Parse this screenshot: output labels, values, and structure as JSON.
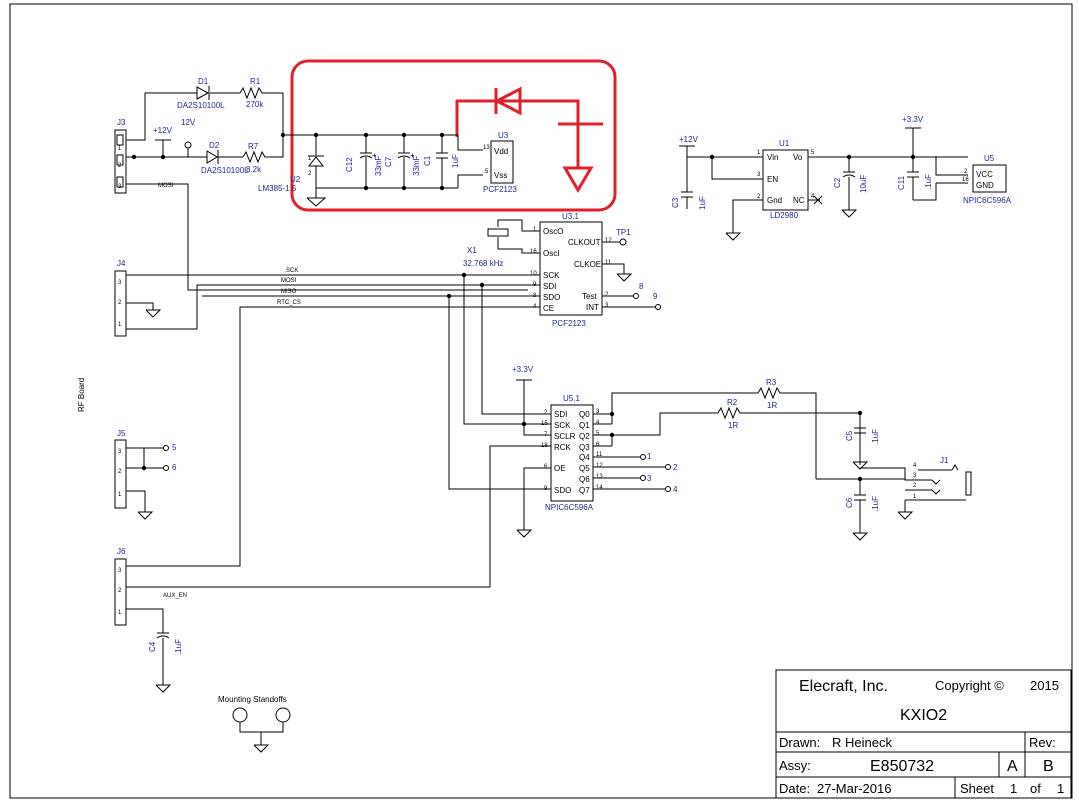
{
  "title_block": {
    "company": "Elecraft, Inc.",
    "copyright": "Copyright ©",
    "year": "2015",
    "title": "KXIO2",
    "drawn_label": "Drawn:",
    "drawn_by": "R Heineck",
    "rev_label": "Rev:",
    "assy_label": "Assy:",
    "assy_number": "E850732",
    "assy_size": "A",
    "revision": "B",
    "date_label": "Date:",
    "date": "27-Mar-2016",
    "sheet_label": "Sheet",
    "sheet_number": "1",
    "of_label": "of",
    "sheet_total": "1"
  },
  "side_label": "RF Board",
  "mounting_label": "Mounting Standoffs",
  "highlight_color": "#e0202a",
  "label_color": "#1f2a8a",
  "components": {
    "D1": {
      "ref": "D1",
      "value": "DA2S10100L"
    },
    "D2": {
      "ref": "D2",
      "value": "DA2S10100L"
    },
    "R1": {
      "ref": "R1",
      "value": "270k"
    },
    "R7": {
      "ref": "R7",
      "value": "8.2k"
    },
    "R2": {
      "ref": "R2",
      "value": "1R"
    },
    "R3": {
      "ref": "R3",
      "value": "1R"
    },
    "U2": {
      "ref": "U2",
      "value": "LM385-1.5"
    },
    "C12": {
      "ref": "C12",
      "value": "33mF"
    },
    "C7": {
      "ref": "C7",
      "value": "33mF"
    },
    "C1": {
      "ref": "C1",
      "value": "1uF"
    },
    "C2": {
      "ref": "C2",
      "value": "10uF"
    },
    "C3": {
      "ref": "C3",
      "value": "1uF"
    },
    "C4": {
      "ref": "C4",
      "value": ".1uF"
    },
    "C5": {
      "ref": "C5",
      "value": ".1uF"
    },
    "C6": {
      "ref": "C6",
      "value": ".1uF"
    },
    "C11": {
      "ref": "C11",
      "value": ".1uF"
    },
    "U3": {
      "ref": "U3",
      "value": "PCF2123",
      "pins": [
        "Vdd",
        "Vss"
      ],
      "pin_numbers": [
        "13",
        "5"
      ]
    },
    "U31": {
      "ref": "U3.1",
      "value": "PCF2123",
      "left_pins": [
        "OscO",
        "OscI",
        "SCK",
        "SDI",
        "SDO",
        "CE"
      ],
      "left_nums": [
        "1",
        "16",
        "10",
        "9",
        "8",
        "4"
      ],
      "right_pins": [
        "CLKOUT",
        "CLKOE",
        "Test",
        "INT"
      ],
      "right_nums": [
        "12",
        "11",
        "2",
        "3"
      ]
    },
    "U1": {
      "ref": "U1",
      "value": "LD2980",
      "pins": [
        "Vin",
        "EN",
        "Gnd",
        "Vo",
        "NC"
      ],
      "nums": [
        "1",
        "3",
        "2",
        "5",
        "4"
      ]
    },
    "U5": {
      "ref": "U5",
      "value": "NPIC6C596A",
      "pins": [
        "VCC",
        "GND"
      ],
      "nums": [
        "2",
        "16"
      ]
    },
    "U51": {
      "ref": "U5.1",
      "value": "NPIC6C596A",
      "left_pins": [
        "SDI",
        "SCK",
        "SCLR",
        "RCK",
        "OE",
        "SDO"
      ],
      "left_nums": [
        "2",
        "15",
        "7",
        "18",
        "6",
        "9"
      ],
      "right_pins": [
        "Q0",
        "Q1",
        "Q2",
        "Q3",
        "Q4",
        "Q5",
        "Q6",
        "Q7"
      ],
      "right_nums": [
        "3",
        "4",
        "5",
        "6",
        "11",
        "12",
        "13",
        "14"
      ]
    },
    "X1": {
      "ref": "X1",
      "value": "32.768 kHz"
    },
    "TP1": {
      "ref": "TP1"
    },
    "J1": {
      "ref": "J1"
    },
    "J3": {
      "ref": "J3"
    },
    "J4": {
      "ref": "J4"
    },
    "J5": {
      "ref": "J5"
    },
    "J6": {
      "ref": "J6"
    }
  },
  "rails": {
    "v12": "+12V",
    "v12b": "12V",
    "v33": "+3.3V"
  },
  "nets": {
    "sck": "SCK",
    "mosi": "MOSI",
    "miso": "MISO",
    "rtc_cs": "RTC_CS",
    "aux_en": "AUX_EN"
  },
  "port_numbers": [
    "1",
    "2",
    "3",
    "4",
    "5",
    "6",
    "8",
    "9"
  ]
}
